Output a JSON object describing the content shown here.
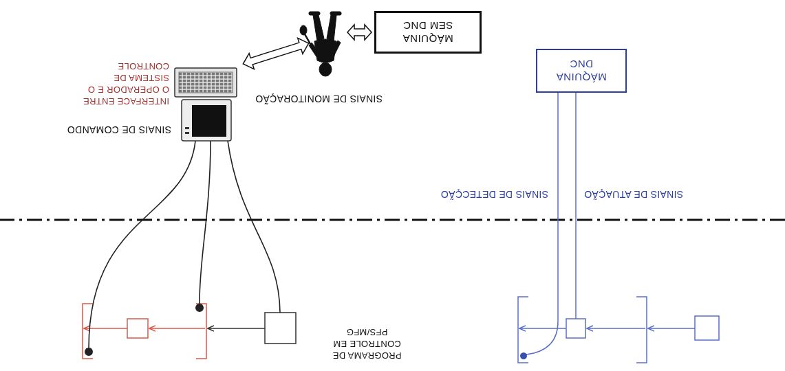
{
  "diagram": {
    "nodes": [
      {
        "text": [
          "MÁQUINA DNC"
        ]
      },
      {
        "text": [
          "MÁQUINA SEM DNC"
        ]
      }
    ],
    "labels": [
      "PROGRAMA DE CONTROLE EM PFS/MFG",
      "SINAIS DE ATUAÇÃO",
      "SINAIS DE DETECÇÃO",
      "SINAIS DE COMANDO",
      "SINAIS DE MONITORAÇÃO",
      "INTERFACE ENTRE O OPERADOR E O SISTEMA DE CONTROLE"
    ]
  }
}
